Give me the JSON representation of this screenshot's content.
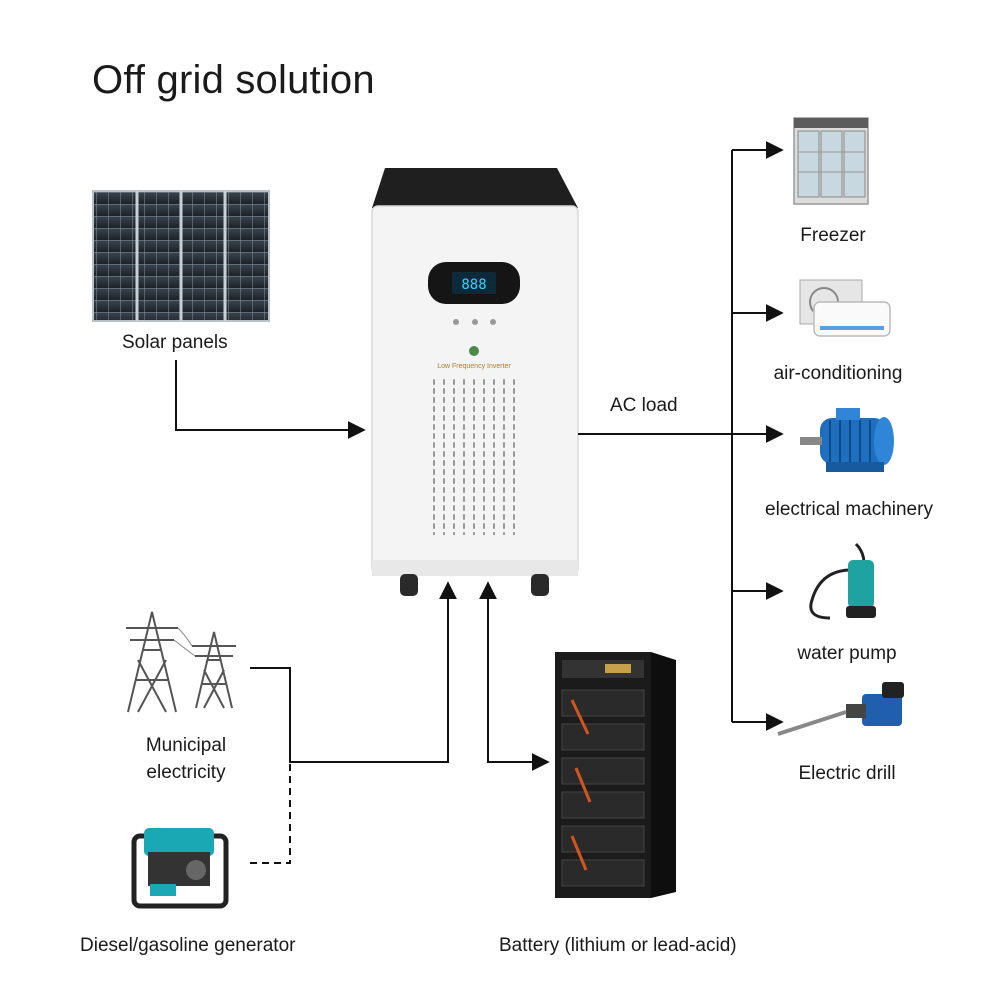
{
  "title": "Off grid solution",
  "inverter": {
    "label": "Low Frequency Inverter",
    "display": "888"
  },
  "sources": {
    "solar": "Solar panels",
    "municipal_line1": "Municipal",
    "municipal_line2": "electricity",
    "generator": "Diesel/gasoline generator",
    "battery": "Battery (lithium or lead-acid)"
  },
  "ac_load": {
    "label": "AC load",
    "items": [
      {
        "label": "Freezer",
        "icon": "freezer-icon"
      },
      {
        "label": "air-conditioning",
        "icon": "air-conditioner-icon"
      },
      {
        "label": "electrical machinery",
        "icon": "electric-motor-icon"
      },
      {
        "label": "water pump",
        "icon": "water-pump-icon"
      },
      {
        "label": "Electric drill",
        "icon": "electric-drill-icon"
      }
    ]
  },
  "colors": {
    "line": "#111111",
    "inverter_body": "#f4f4f4",
    "inverter_top": "#222222",
    "motor_blue": "#1f6fc0",
    "pump_teal": "#1fa3a0",
    "generator_teal": "#19a8b4"
  }
}
